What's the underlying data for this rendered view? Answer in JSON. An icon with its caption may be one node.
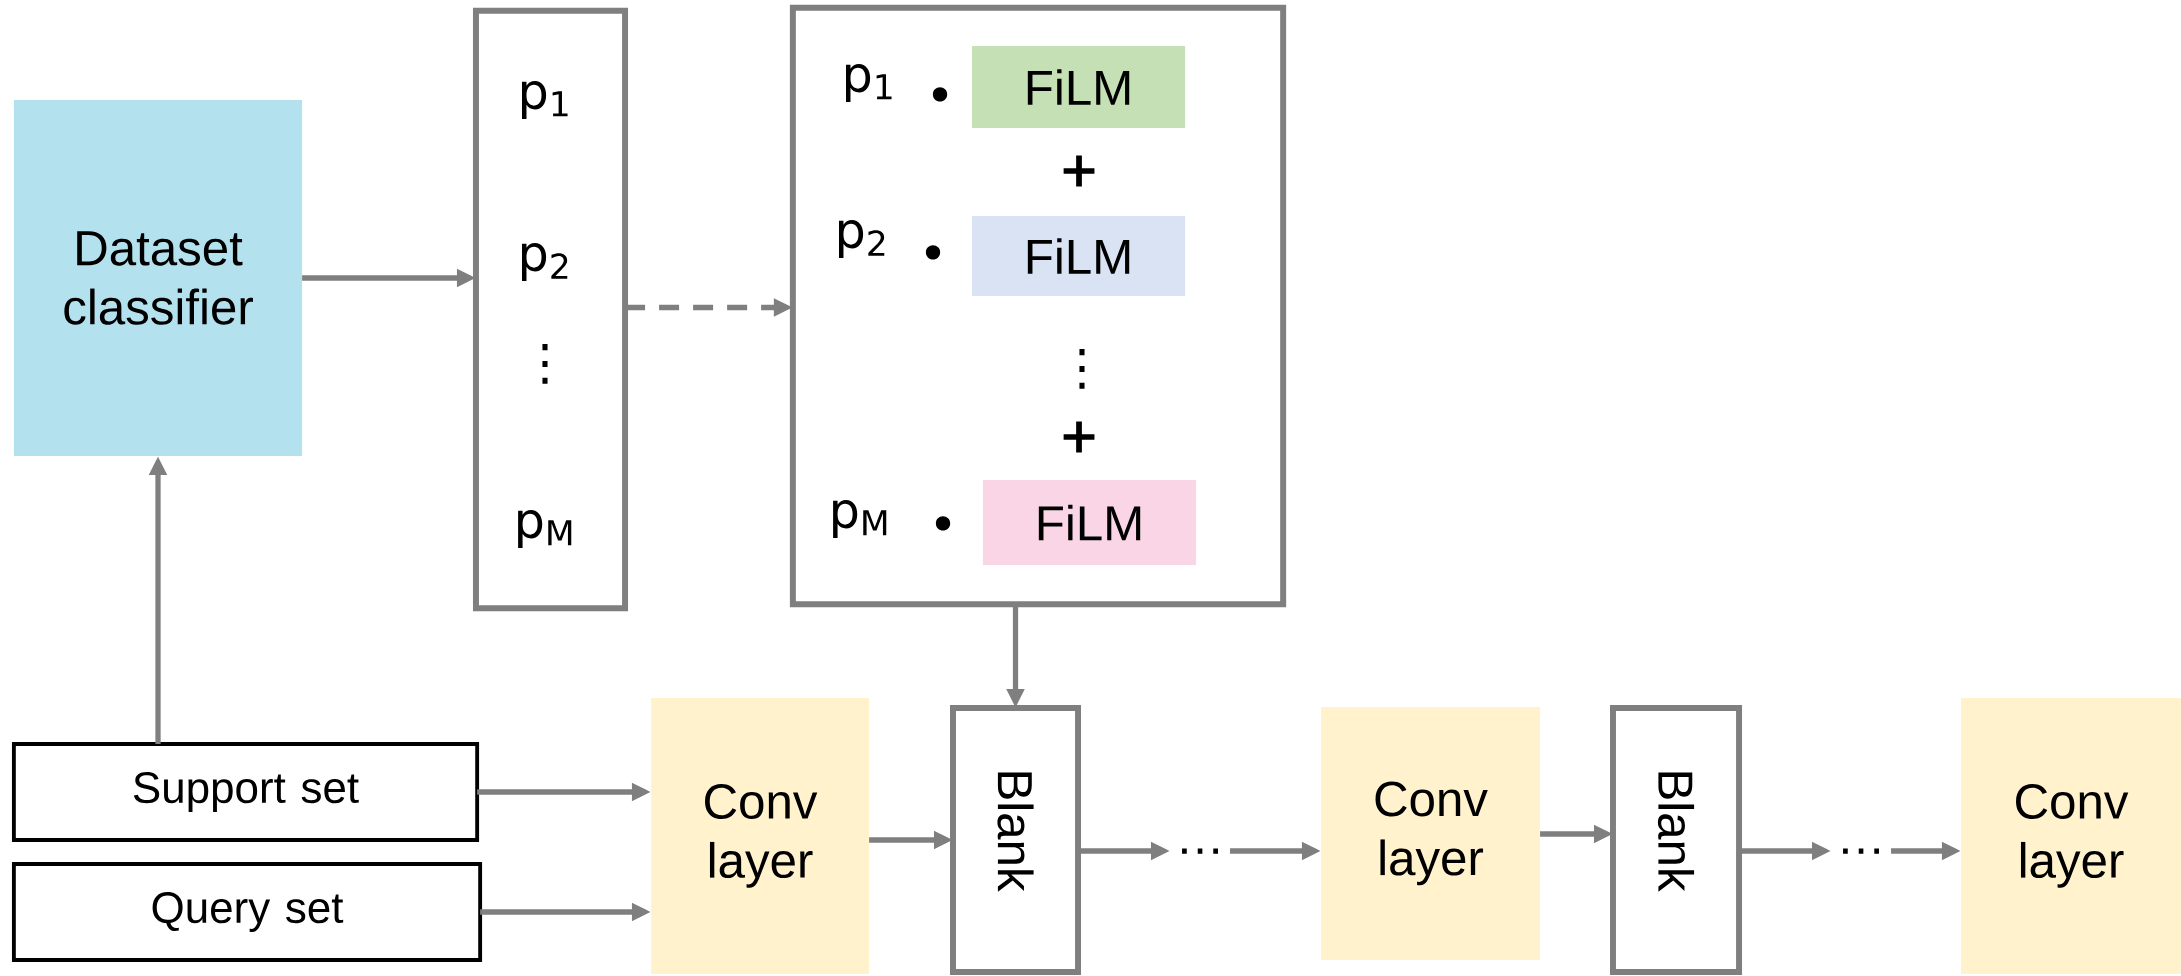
{
  "diagram": {
    "nodes": [
      {
        "text": [
          "Dataset classifier"
        ]
      },
      {
        "text": [
          "p$_{1}$",
          "p$_{2}$",
          "⋮",
          "p$_{M}$"
        ]
      },
      {
        "text": [
          "p$_{1}$",
          "•",
          "+",
          "p$_{2}$",
          "•",
          "⋮",
          "+",
          "p$_{M}$",
          "•"
        ]
      },
      {
        "text": [
          "FiLM"
        ],
        "in": 2
      },
      {
        "text": [
          "FiLM"
        ],
        "in": 2
      },
      {
        "text": [
          "FiLM"
        ],
        "in": 2
      },
      {
        "text": [
          "Support set"
        ]
      },
      {
        "text": [
          "Query set"
        ]
      },
      {
        "text": [
          "Conv layer"
        ]
      },
      {
        "text": [
          "Blank"
        ]
      },
      {
        "text": [
          "…"
        ]
      },
      {
        "text": [
          "Conv layer"
        ]
      },
      {
        "text": [
          "Blank"
        ]
      },
      {
        "text": [
          "…"
        ]
      },
      {
        "text": [
          "Conv layer"
        ]
      }
    ],
    "edges": [
      {
        "from": 0,
        "to": 1,
        "arrow": "to"
      },
      {
        "from": 1,
        "to": 2,
        "arrow": "to",
        "style": "dashed"
      },
      {
        "from": 2,
        "to": 9,
        "arrow": "to"
      },
      {
        "from": 6,
        "to": 0,
        "arrow": "to"
      },
      {
        "from": 6,
        "to": 8,
        "arrow": "to"
      },
      {
        "from": 7,
        "to": 8,
        "arrow": "to"
      },
      {
        "from": 8,
        "to": 9,
        "arrow": "to"
      },
      {
        "from": 9,
        "to": 10,
        "arrow": "to"
      },
      {
        "from": 10,
        "to": 11,
        "arrow": "to"
      },
      {
        "from": 11,
        "to": 12,
        "arrow": "to"
      },
      {
        "from": 12,
        "to": 13,
        "arrow": "to"
      },
      {
        "from": 13,
        "to": 14,
        "arrow": "to"
      }
    ]
  }
}
